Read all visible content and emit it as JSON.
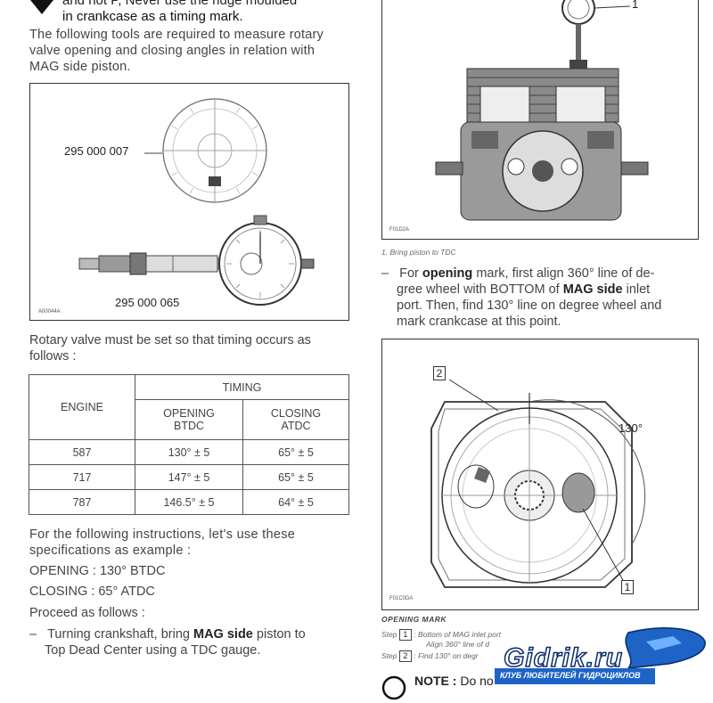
{
  "left": {
    "warning_line1": "and not P, Never use the ridge moulded",
    "warning_line2": "in crankcase as a timing mark.",
    "intro_lines": [
      "The following tools are required to measure rotary",
      "valve opening and closing angles in relation with",
      "MAG side piston."
    ],
    "fig1": {
      "part1": "295 000 007",
      "part2": "295 000 065",
      "code": "A00044A"
    },
    "rotary_lines": [
      "Rotary valve must be set so that timing occurs as",
      "follows :"
    ],
    "table": {
      "engine_header": "ENGINE",
      "timing_header": "TIMING",
      "opening_header_1": "OPENING",
      "opening_header_2": "BTDC",
      "closing_header_1": "CLOSING",
      "closing_header_2": "ATDC",
      "rows": [
        {
          "engine": "587",
          "opening": "130° ± 5",
          "closing": "65° ± 5"
        },
        {
          "engine": "717",
          "opening": "147° ± 5",
          "closing": "65° ± 5"
        },
        {
          "engine": "787",
          "opening": "146.5° ± 5",
          "closing": "64° ± 5"
        }
      ]
    },
    "follow_lines": [
      "For the following instructions, let's use these",
      "specifications as example :"
    ],
    "opening_spec": "OPENING : 130° BTDC",
    "closing_spec": "CLOSING : 65° ATDC",
    "proceed": "Proceed as follows :",
    "bullet_lines": [
      "Turning crankshaft, bring",
      "MAG side",
      "piston to",
      "Top Dead Center using a TDC gauge."
    ]
  },
  "right": {
    "fig2": {
      "callout": "1",
      "code": "F01D2A"
    },
    "caption1": "1. Bring piston to TDC",
    "para_lines": [
      "For",
      "opening",
      "mark, first align 360° line of de-",
      "gree wheel with BOTTOM of",
      "MAG side",
      "inlet",
      "port. Then, find 130° line on degree wheel and",
      "mark crankcase at this point."
    ],
    "fig3": {
      "callout_top": "2",
      "callout_bottom": "1",
      "angle": "130°",
      "code": "F01C0DA"
    },
    "caption_title": "OPENING MARK",
    "step1_num": "1",
    "step1_text": ": Bottom of MAG inlet port",
    "step1_sub": "Align 360° line of d",
    "step2_num": "2",
    "step2_text": ": Find 130° on degr",
    "step_word": "Step",
    "note": "NOTE :",
    "note_rest": "Do no",
    "logo_text": "Gidrik.ru",
    "logo_sub": "КЛУБ ЛЮБИТЕЛЕЙ ГИДРОЦИКЛОВ"
  }
}
